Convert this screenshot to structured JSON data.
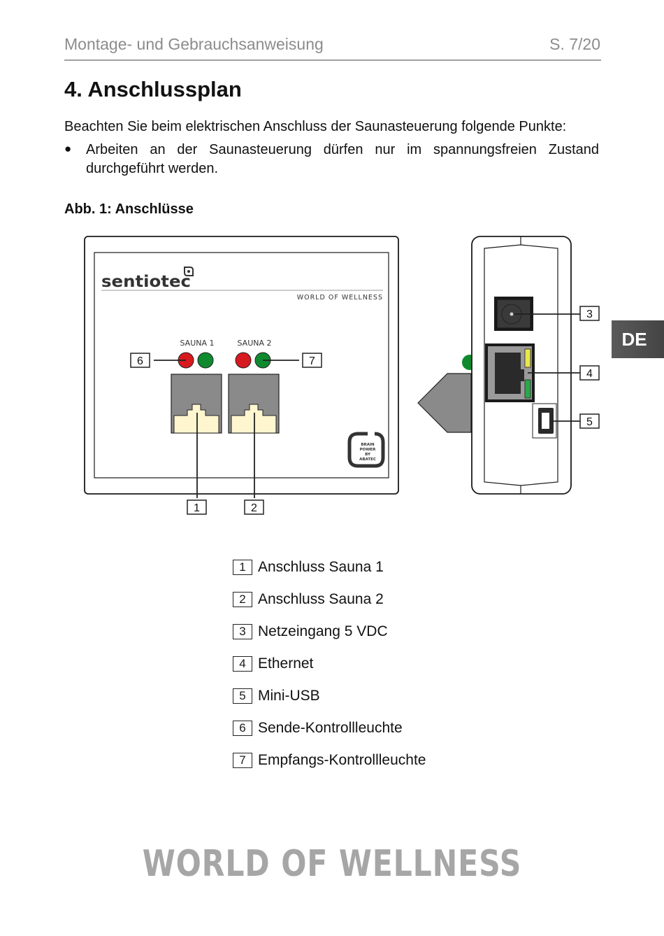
{
  "header": {
    "title": "Montage- und Gebrauchsanweisung",
    "page": "S. 7/20"
  },
  "section": {
    "heading": "4. Anschlussplan",
    "intro": "Beachten Sie beim elektrischen Anschluss der Saunasteuerung folgende Punkte:",
    "bullet": "Arbeiten an der Saunasteuerung dürfen nur im spannungsfreien Zustand durchgeführt werden."
  },
  "figure": {
    "caption": "Abb. 1: Anschlüsse",
    "brand": "sentiotec",
    "tagline": "WORLD OF WELLNESS",
    "sauna1_label": "SAUNA 1",
    "sauna2_label": "SAUNA 2",
    "badge_text": [
      "BRAIN",
      "POWER",
      "BY",
      "ABATEC"
    ],
    "callouts": {
      "c1": "1",
      "c2": "2",
      "c3": "3",
      "c4": "4",
      "c5": "5",
      "c6": "6",
      "c7": "7"
    },
    "colors": {
      "led_red": "#d71920",
      "led_green": "#0f8a2f",
      "port_gray": "#8a8a8a",
      "jack_cream": "#fff6d0"
    }
  },
  "legend": [
    {
      "num": "1",
      "label": "Anschluss Sauna 1"
    },
    {
      "num": "2",
      "label": "Anschluss Sauna 2"
    },
    {
      "num": "3",
      "label": "Netzeingang 5 VDC"
    },
    {
      "num": "4",
      "label": "Ethernet"
    },
    {
      "num": "5",
      "label": "Mini-USB"
    },
    {
      "num": "6",
      "label": "Sende-Kontrollleuchte"
    },
    {
      "num": "7",
      "label": "Empfangs-Kontrollleuchte"
    }
  ],
  "side_tab": "DE",
  "footer": "WORLD OF WELLNESS"
}
